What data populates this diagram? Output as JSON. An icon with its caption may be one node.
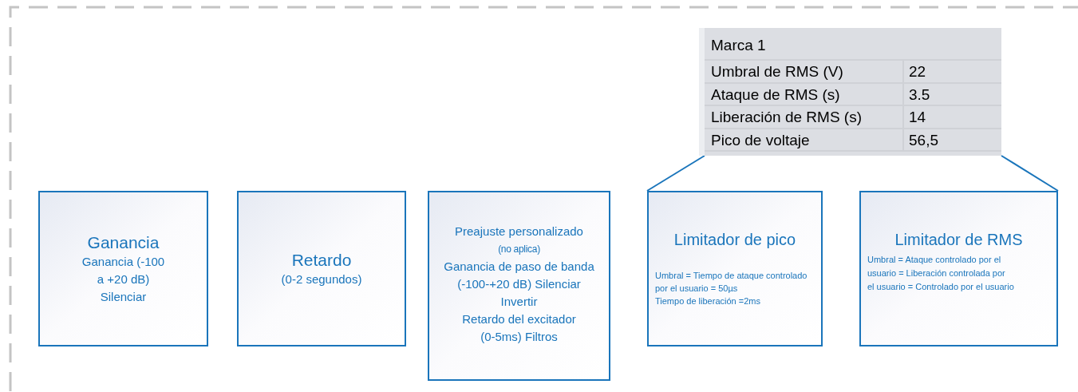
{
  "diagram": {
    "nodes": [
      {
        "text": [
          "Ganancia",
          "Ganancia (-100 a +20 dB) Silenciar"
        ]
      },
      {
        "text": [
          "Retardo",
          "(0-2 segundos)"
        ]
      },
      {
        "text": [
          "Preajuste personalizado",
          "(no aplica)",
          "Ganancia de paso de banda (-100-+20 dB) Silenciar",
          "Invertir",
          "Retardo del excitador (0-5ms) Filtros"
        ]
      },
      {
        "text": [
          "Limitador de pico",
          "Umbral = Tiempo de ataque controlado por el usuario = 50µs",
          "Tiempo de liberación =2ms"
        ]
      },
      {
        "text": [
          "Limitador de RMS",
          "Umbral = Ataque controlado por el usuario = Liberación controlada por",
          "el usuario = Controlado por el usuario"
        ]
      },
      {
        "text": [
          "Marca 1"
        ]
      }
    ],
    "edges": [
      {
        "from": 5,
        "to": 3,
        "arrow": "none"
      },
      {
        "from": 5,
        "to": 4,
        "arrow": "none"
      }
    ],
    "labels": [
      "Umbral de RMS (V)",
      "22",
      "Ataque de RMS (s)",
      "3.5",
      "Liberación de RMS (s)",
      "14",
      "Pico de voltaje",
      "56,5"
    ]
  }
}
